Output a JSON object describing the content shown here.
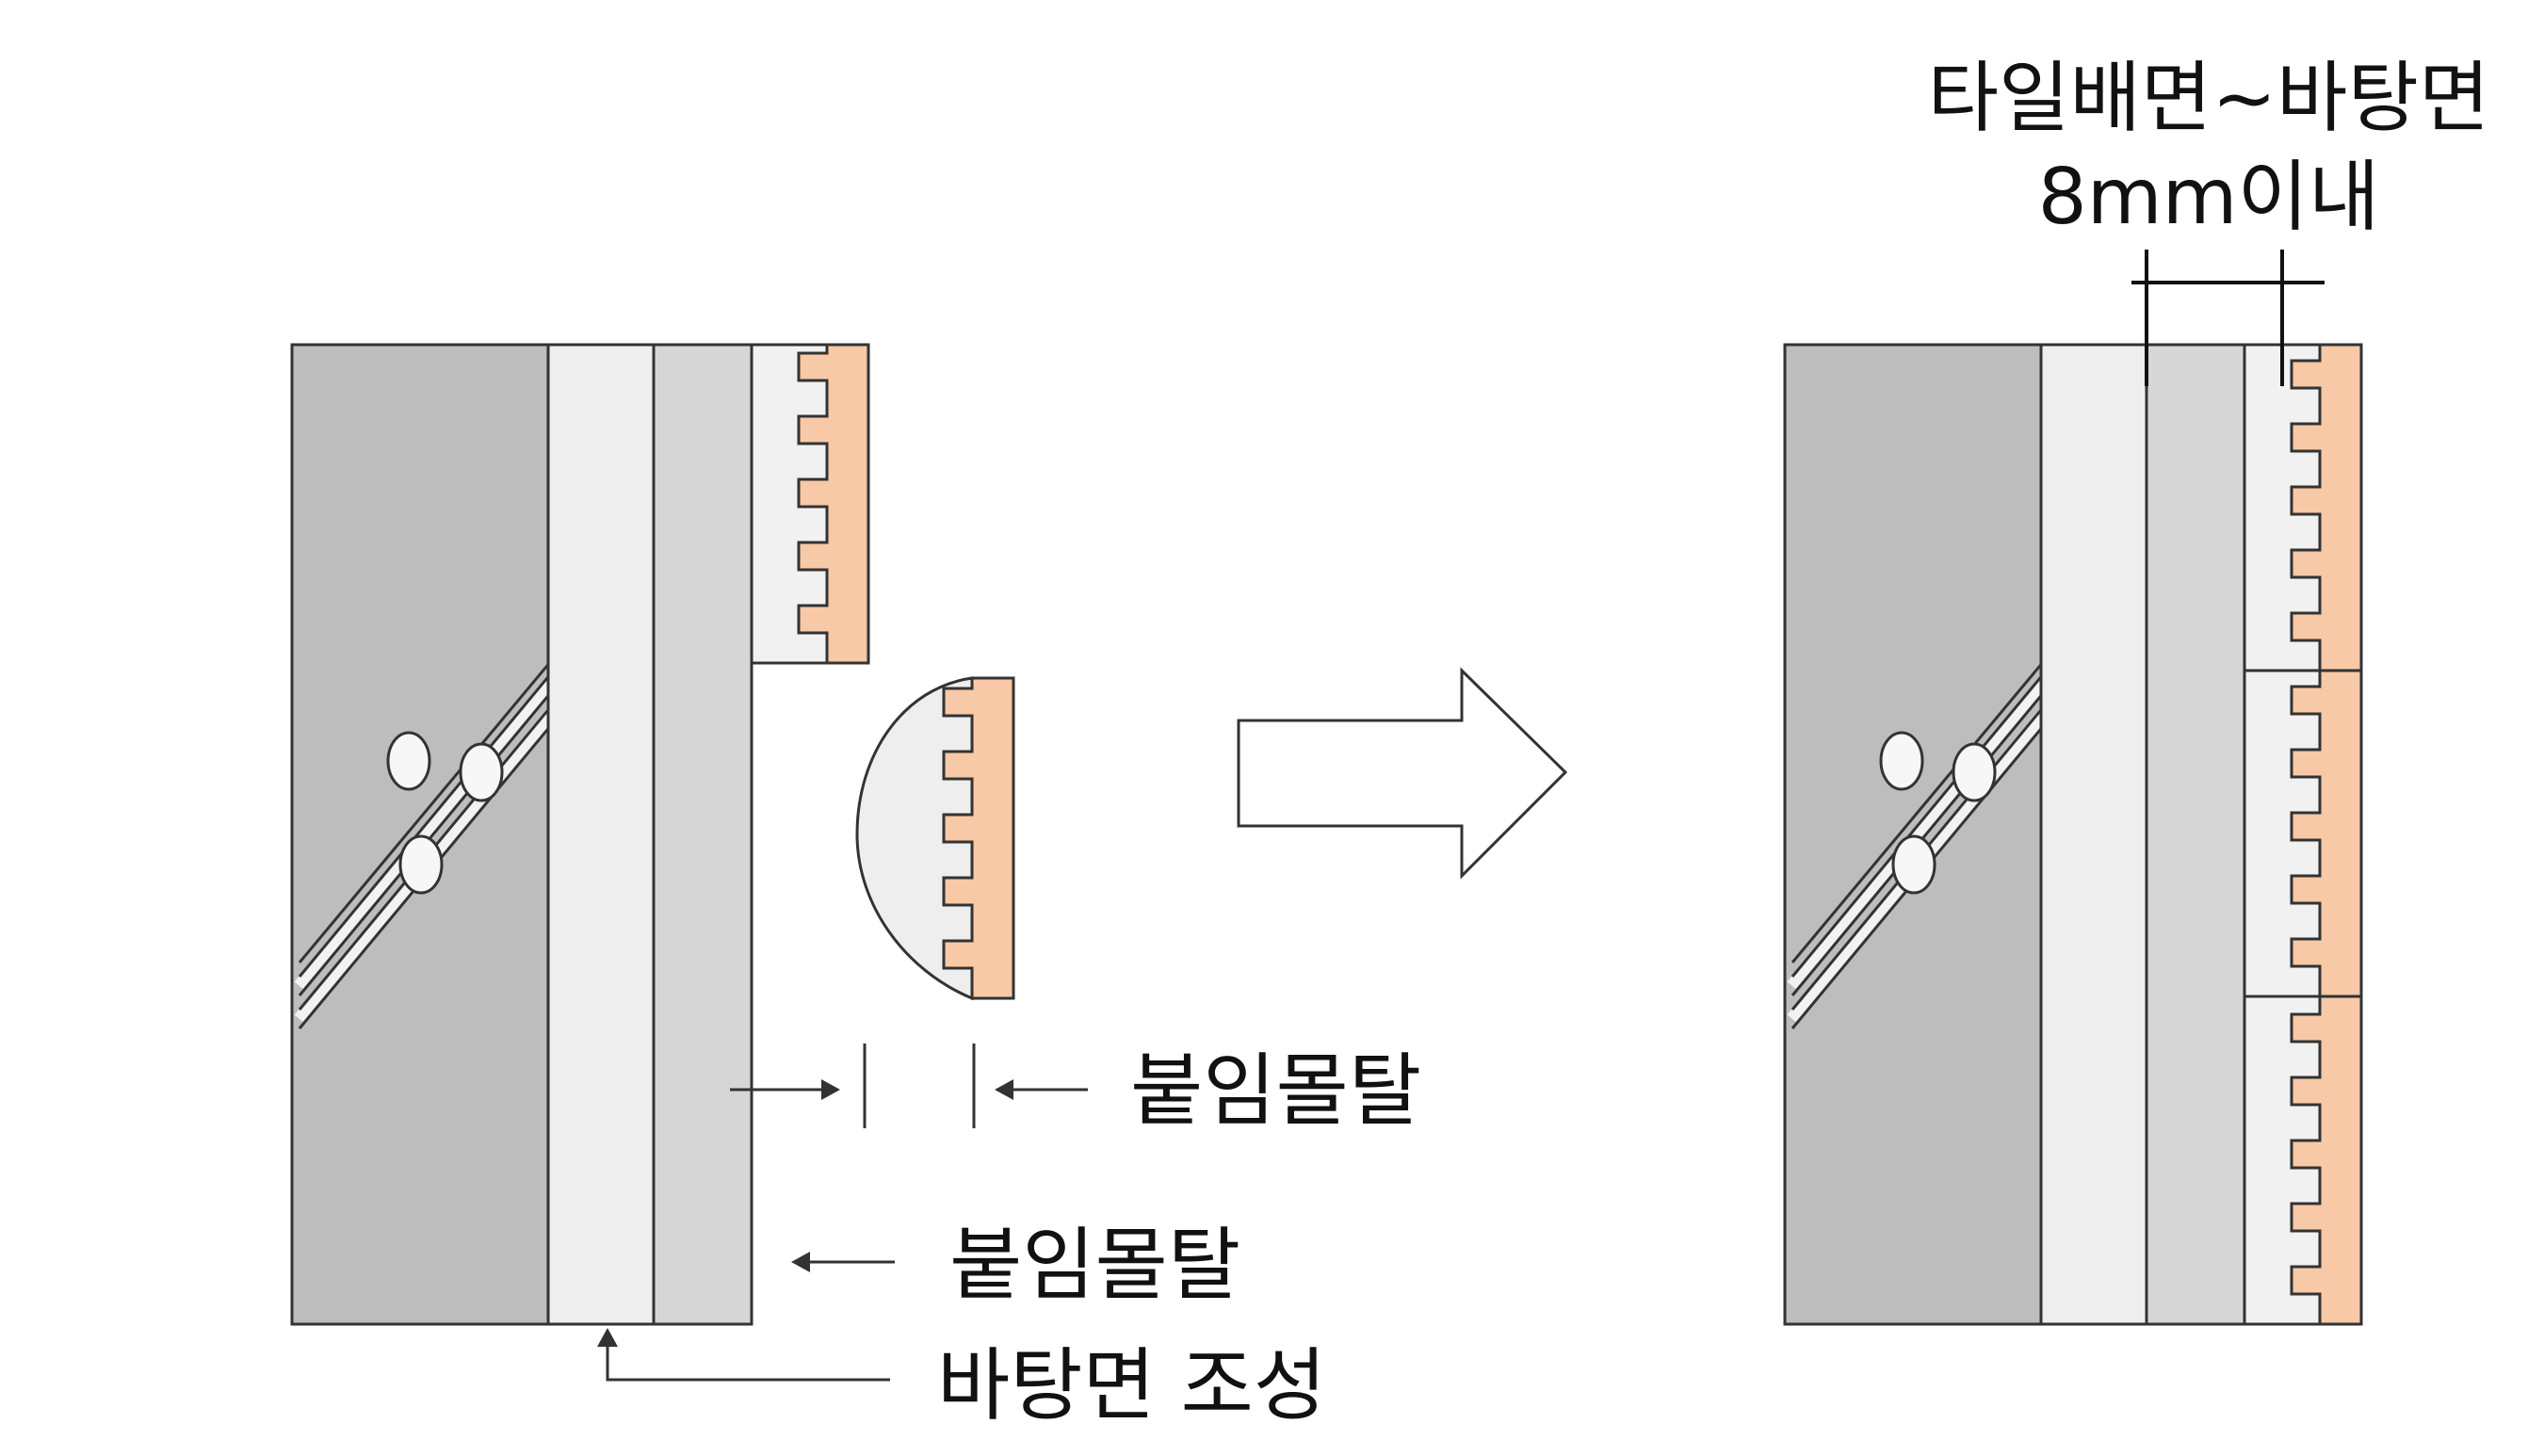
{
  "labels": {
    "adhesive_mortar_gap": "붙임몰탈",
    "adhesive_mortar_layer": "붙임몰탈",
    "substrate_prep": "바탕면 조성",
    "spec_line1": "타일배면~바탕면",
    "spec_line2": "8mm이내"
  },
  "colors": {
    "concrete": "#bdbdbd",
    "substrate_light": "#eeeeee",
    "mortar": "#d6d6d6",
    "tile_back": "#f1f1f1",
    "tile_face": "#f7c9a6",
    "outline": "#333333"
  },
  "icons": {
    "rebar": "diagonal-rebar-lines",
    "aggregate": "circle-aggregates",
    "process_arrow": "right-hollow-arrow"
  }
}
